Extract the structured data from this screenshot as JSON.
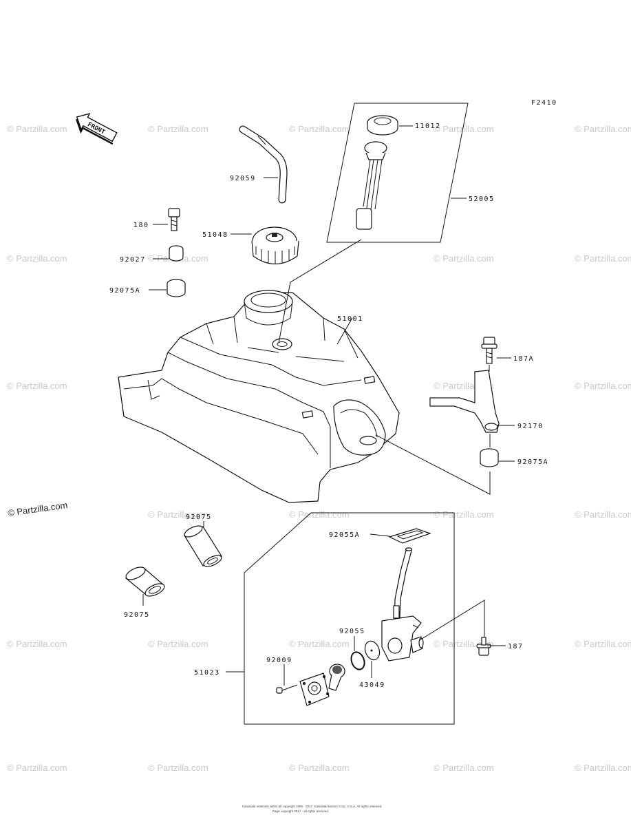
{
  "diagram_code": "F2410",
  "front_label": "FRONT",
  "watermark": "© Partzilla.com",
  "footer": {
    "line1": "Kawasaki materials within all copyright 1995 - 2017, Kawasaki Motors Corp. U.S.A. All rights reserved.",
    "line2": "Page copyright 2017 - all rights reserved"
  },
  "callouts": {
    "p11012": "11012",
    "p52005": "52005",
    "p92059": "92059",
    "p180": "180",
    "p51048": "51048",
    "p92027": "92027",
    "p92075A_1": "92075A",
    "p51001": "51001",
    "p187A": "187A",
    "p92170": "92170",
    "p92075A_2": "92075A",
    "p92075_1": "92075",
    "p92055A": "92055A",
    "p92075_2": "92075",
    "p92055": "92055",
    "p187": "187",
    "p92009": "92009",
    "p51023": "51023",
    "p43049": "43049"
  }
}
